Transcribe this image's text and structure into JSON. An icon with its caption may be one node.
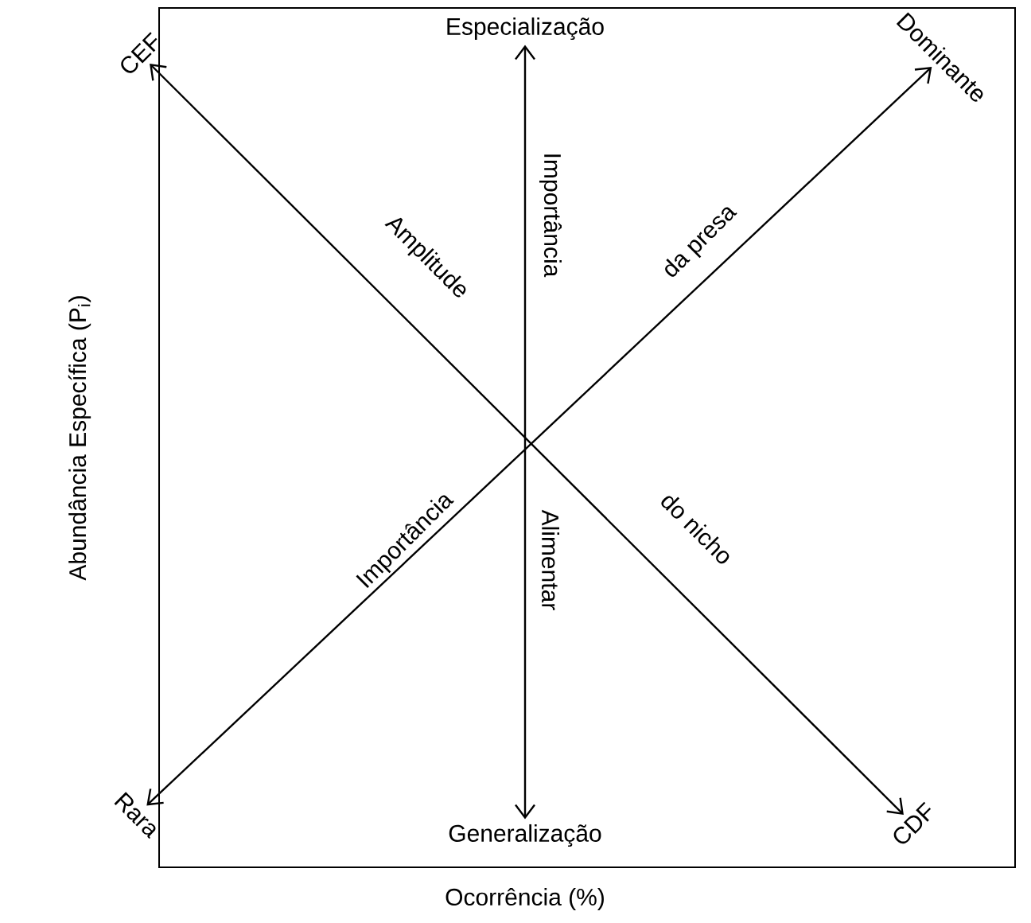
{
  "diagram": {
    "nodes": [
      {
        "text": [
          "Especialização"
        ]
      },
      {
        "text": [
          "Generalização"
        ]
      },
      {
        "text": [
          "CEF"
        ]
      },
      {
        "text": [
          "CDF"
        ]
      },
      {
        "text": [
          "Rara"
        ]
      },
      {
        "text": [
          "Dominante"
        ]
      }
    ],
    "edges": [
      {
        "from": 0,
        "to": 1,
        "arrow": "both"
      },
      {
        "from": 2,
        "to": 3,
        "arrow": "both"
      },
      {
        "from": 4,
        "to": 5,
        "arrow": "both"
      }
    ],
    "labels": [
      "Importância",
      "Alimentar",
      "Amplitude",
      "do nicho",
      "da presa",
      "Importância",
      "Abundância Específica (P$_{i}$)",
      "Ocorrência (%)"
    ]
  }
}
